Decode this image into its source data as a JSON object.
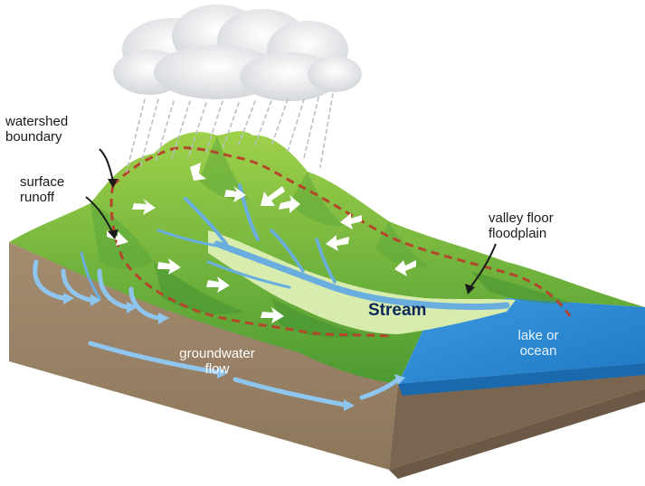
{
  "labels": {
    "watershed_boundary": [
      "watershed",
      "boundary"
    ],
    "surface_runoff": [
      "surface",
      "runoff"
    ],
    "valley_floor": [
      "valley floor",
      "floodplain"
    ],
    "stream": "Stream",
    "groundwater": [
      "groundwater",
      "flow"
    ],
    "lake": [
      "lake or",
      "ocean"
    ]
  },
  "colors": {
    "hill_light": "#8cc63f",
    "hill_dark": "#3f8f2f",
    "floodplain": "#d9ecb0",
    "stream": "#6aaee0",
    "soil": "#9b8468",
    "soil_dark": "#7d6850",
    "water": "#2f8fd8",
    "boundary": "#b5452b",
    "cloud": "#e9eaec",
    "rain": "#b8c0c8",
    "groundwater_arrow": "#8fc6ef"
  }
}
